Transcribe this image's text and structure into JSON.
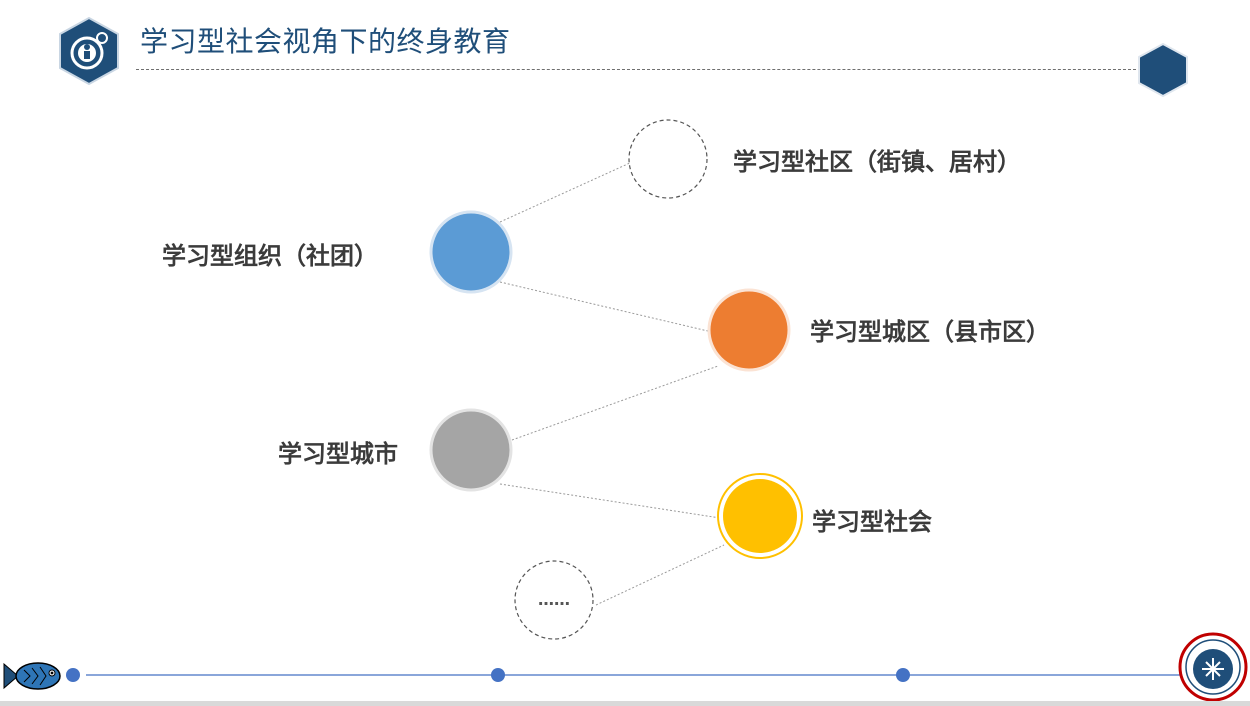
{
  "header": {
    "title": "学习型社会视角下的终身教育",
    "logo_icon": "person-gear-hexagon-icon",
    "corner_icon": "hexagon-icon"
  },
  "nodes": [
    {
      "label": "学习型社区（街镇、居村）",
      "color": "#ffffff",
      "style": "dashed-outline"
    },
    {
      "label": "学习型组织（社团）",
      "color": "#5b9bd5"
    },
    {
      "label": "学习型城区（县市区）",
      "color": "#ed7d31"
    },
    {
      "label": "学习型城市",
      "color": "#a5a5a5"
    },
    {
      "label": "学习型社会",
      "color": "#ffc000"
    },
    {
      "label": "……",
      "color": "#ffffff",
      "style": "dashed-outline"
    }
  ],
  "footer": {
    "fish_icon": "fish-icon",
    "seal_icon": "university-seal-icon",
    "accent_color": "#4472c4"
  },
  "colors": {
    "primary": "#1f4e79",
    "text": "#3b3b3b"
  }
}
